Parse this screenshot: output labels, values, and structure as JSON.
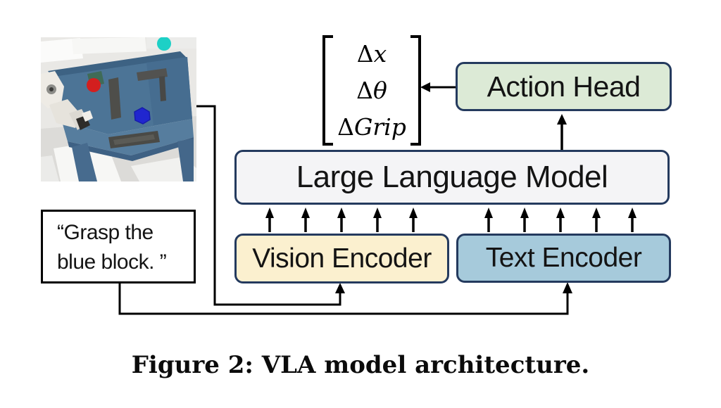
{
  "figure": {
    "caption": "Figure 2: VLA model architecture."
  },
  "scene": {
    "alt": "Robot arm at a blue workbench with red, blue, and cyan blocks"
  },
  "instruction": {
    "lines": [
      "“Grasp the",
      "blue block. ”"
    ]
  },
  "action_output": {
    "rows": [
      {
        "delta": "Δ",
        "variable": "x"
      },
      {
        "delta": "Δ",
        "variable": "θ"
      },
      {
        "delta": "Δ",
        "variable": "Grip"
      }
    ]
  },
  "nodes": {
    "action_head": {
      "label": "Action Head",
      "fill": "#dcead6"
    },
    "llm": {
      "label": "Large Language Model",
      "fill": "#f4f4f6"
    },
    "vision_encoder": {
      "label": "Vision Encoder",
      "fill": "#fbf0cf"
    },
    "text_encoder": {
      "label": "Text Encoder",
      "fill": "#a6cadb"
    }
  },
  "style": {
    "node_border": "#243a5e"
  }
}
